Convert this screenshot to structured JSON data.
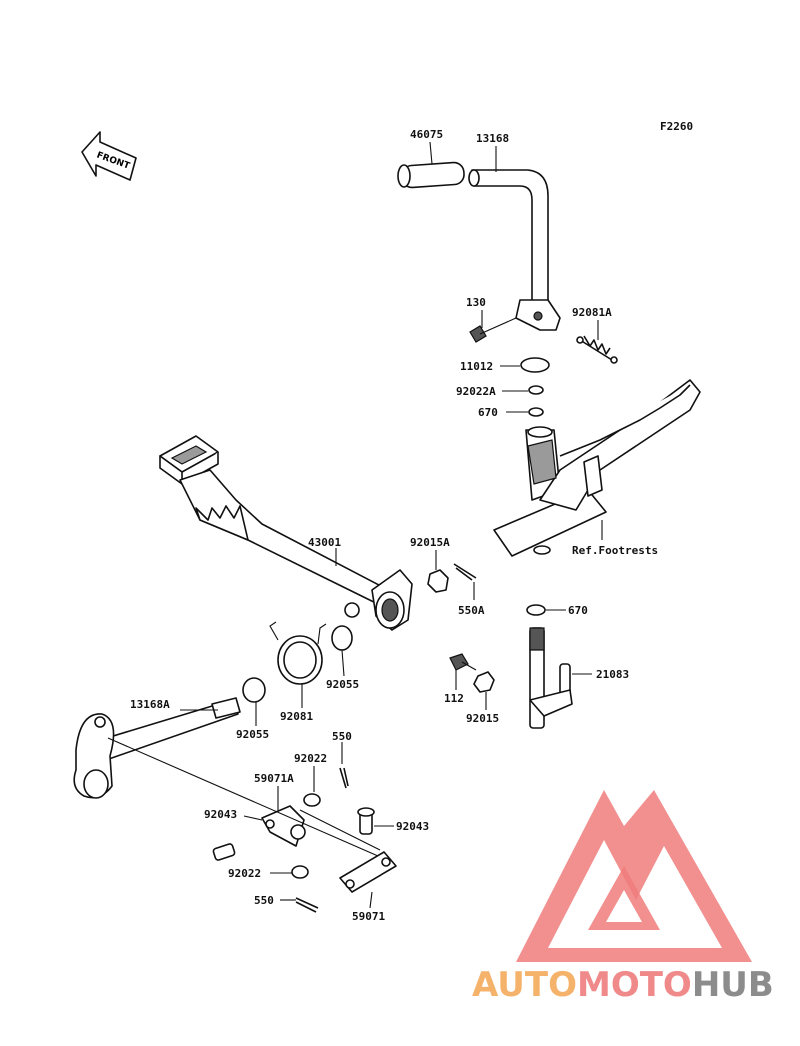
{
  "diagram": {
    "code": "F2260",
    "front_label": "FRONT",
    "ref_note": "Ref.Footrests",
    "labels": {
      "p46075": "46075",
      "p13168": "13168",
      "p130": "130",
      "p92081A": "92081A",
      "p11012": "11012",
      "p92022A": "92022A",
      "p670a": "670",
      "p43001": "43001",
      "p92015A": "92015A",
      "p550A": "550A",
      "p670b": "670",
      "p21083": "21083",
      "p92055a": "92055",
      "p92081": "92081",
      "p112": "112",
      "p92015": "92015",
      "p13168A": "13168A",
      "p92055b": "92055",
      "p550a": "550",
      "p92022a": "92022",
      "p59071A": "59071A",
      "p92043a": "92043",
      "p92043b": "92043",
      "p92022b": "92022",
      "p550b": "550",
      "p59071": "59071"
    }
  },
  "watermark": {
    "part1": "AUTO",
    "part2": "MOTO",
    "part3": "HUB",
    "color1": "#f5b26b",
    "color2": "#f08a8a",
    "color3": "#8c8c8c",
    "triangle_color": "#f07d7d"
  }
}
